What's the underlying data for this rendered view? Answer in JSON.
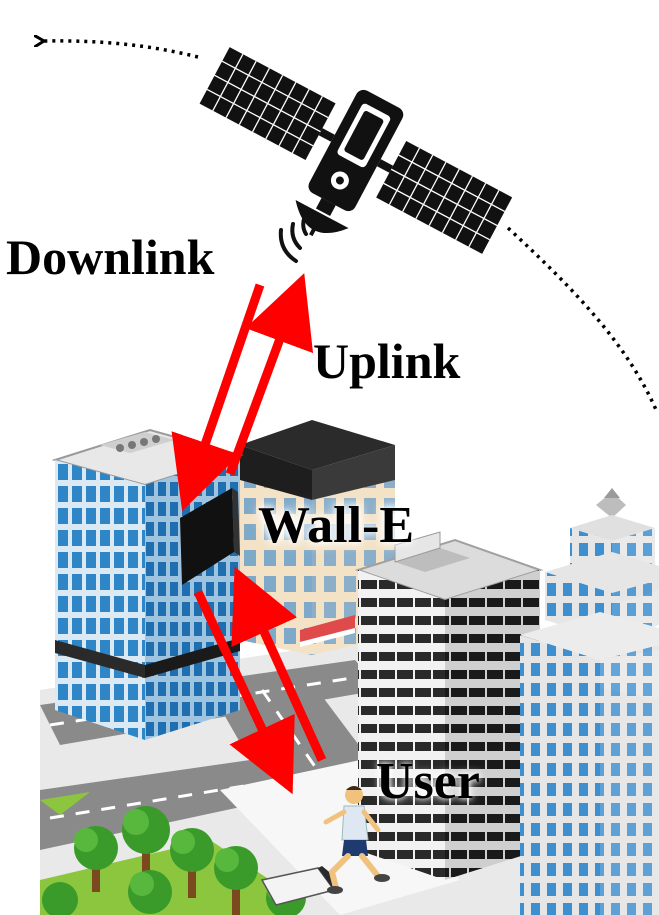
{
  "labels": {
    "downlink": "Downlink",
    "uplink": "Uplink",
    "wall_e": "Wall-E",
    "user": "User"
  },
  "colors": {
    "link_arrow": "#ff0000",
    "orbit": "#000000",
    "satellite": "#000000",
    "building_blue": "#2f86c6",
    "building_gray": "#d8d8d8",
    "road": "#8a8a8a",
    "grass": "#8cc63f",
    "tree": "#3a9b2a"
  },
  "icons": {
    "satellite": "satellite-icon",
    "signal": "signal-waves-icon",
    "runner": "runner-person-icon",
    "panel": "wall-e-panel-icon"
  }
}
